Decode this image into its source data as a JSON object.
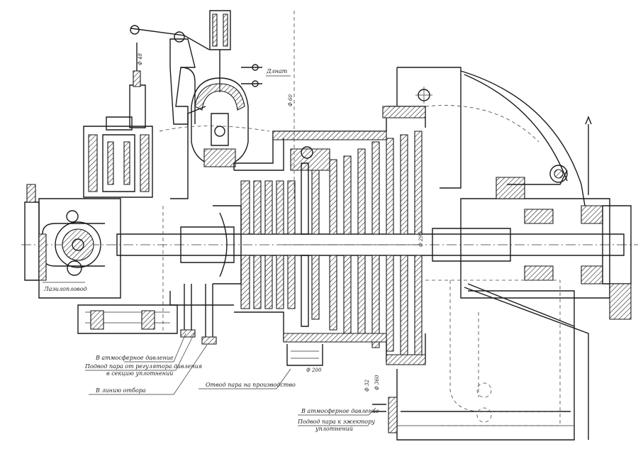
{
  "labels": {
    "left_pipe": "Лаэилопловод",
    "top_right": "Длнат",
    "note1": "В атмосферное давление",
    "note2": "Подвод пара от регулятора давления",
    "note2b": "в секцию уплотнений",
    "note3": "В линию отбора",
    "note4": "Отвод пара на производство",
    "note5": "В атмосферное давление",
    "note6": "Подвод пара к эжектору",
    "note6b": "уплотнений"
  },
  "dimensions": {
    "d1": "Ф 295",
    "d2": "Ф 60",
    "d3": "Ф 32",
    "d4": "Ф 200",
    "d5": "Ф 360",
    "d6": "Ф 48"
  }
}
